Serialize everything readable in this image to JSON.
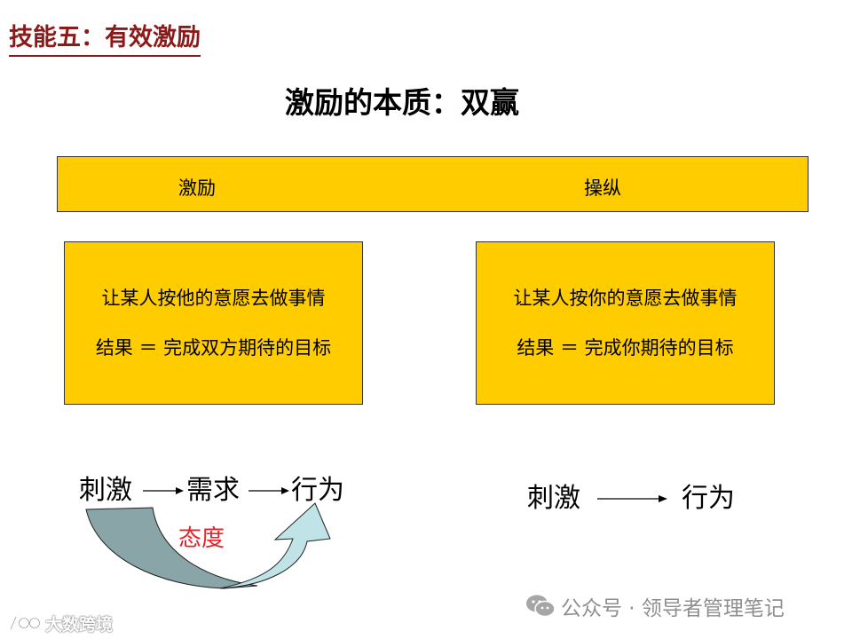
{
  "slide_title": "技能五：有效激励",
  "main_heading": "激励的本质：双赢",
  "header_bar": {
    "left_label": "激励",
    "right_label": "操纵"
  },
  "left_box": {
    "line1": "让某人按他的意愿去做事情",
    "line2": "结果 ＝ 完成双方期待的目标"
  },
  "right_box": {
    "line1": "让某人按你的意愿去做事情",
    "line2": "结果 ＝ 完成你期待的目标"
  },
  "left_flow": {
    "stimulus": "刺激",
    "need": "需求",
    "behavior": "行为",
    "attitude": "态度"
  },
  "right_flow": {
    "stimulus": "刺激",
    "behavior": "行为"
  },
  "colors": {
    "title": "#8b1a1a",
    "box_fill": "#ffcc00",
    "attitude_text": "#e8232a",
    "arrow_dark": "#8aa5a7",
    "arrow_light": "#bfe3e6"
  },
  "watermark_right": {
    "icon": "wechat-icon",
    "text": "公众号 · 领导者管理笔记"
  },
  "watermark_left": {
    "icon": "logo-icon",
    "text": "大数跨境"
  }
}
